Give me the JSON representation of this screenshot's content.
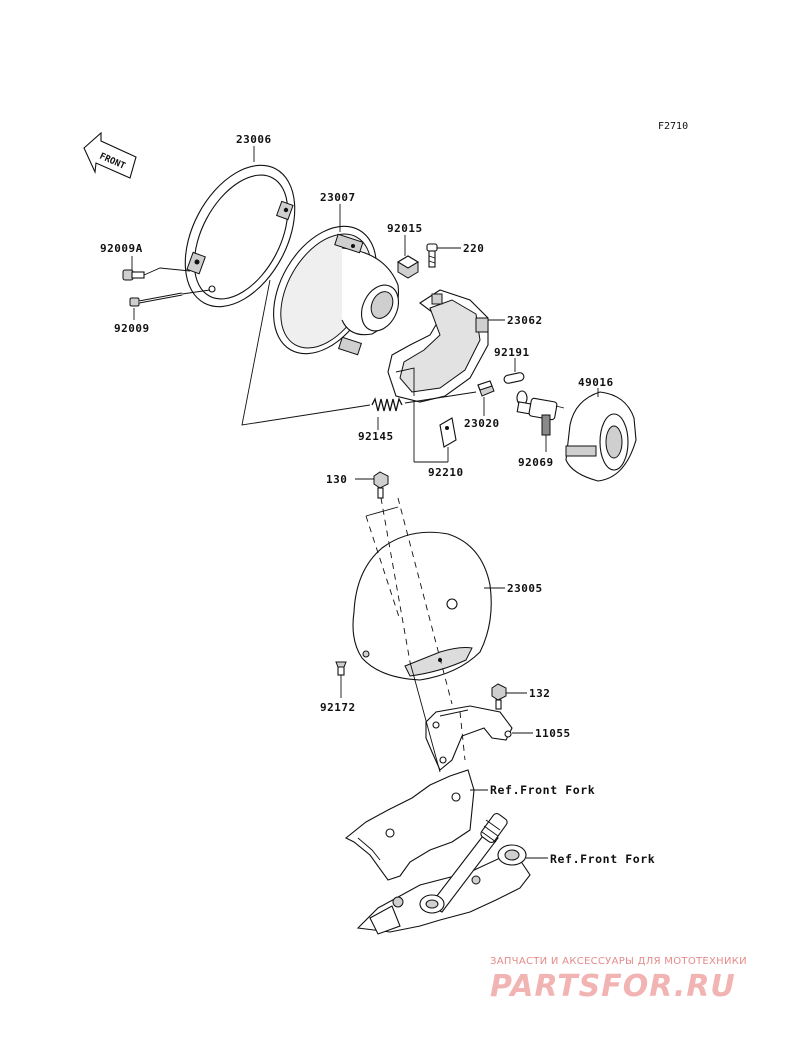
{
  "diagram": {
    "code": "F2710",
    "front_label": "FRONT",
    "parts": [
      {
        "id": "23006"
      },
      {
        "id": "23007"
      },
      {
        "id": "92015"
      },
      {
        "id": "220"
      },
      {
        "id": "92009A"
      },
      {
        "id": "92009"
      },
      {
        "id": "23062"
      },
      {
        "id": "92191"
      },
      {
        "id": "49016"
      },
      {
        "id": "92145"
      },
      {
        "id": "23020"
      },
      {
        "id": "92210"
      },
      {
        "id": "92069"
      },
      {
        "id": "130"
      },
      {
        "id": "23005"
      },
      {
        "id": "92172"
      },
      {
        "id": "132"
      },
      {
        "id": "11055"
      }
    ],
    "ref_front_fork_1": "Ref.Front Fork",
    "ref_front_fork_2": "Ref.Front Fork"
  },
  "watermark": {
    "tagline": "ЗАПЧАСТИ И АКСЕССУАРЫ ДЛЯ МОТОТЕХНИКИ",
    "logo": "PARTSFOR.RU"
  }
}
